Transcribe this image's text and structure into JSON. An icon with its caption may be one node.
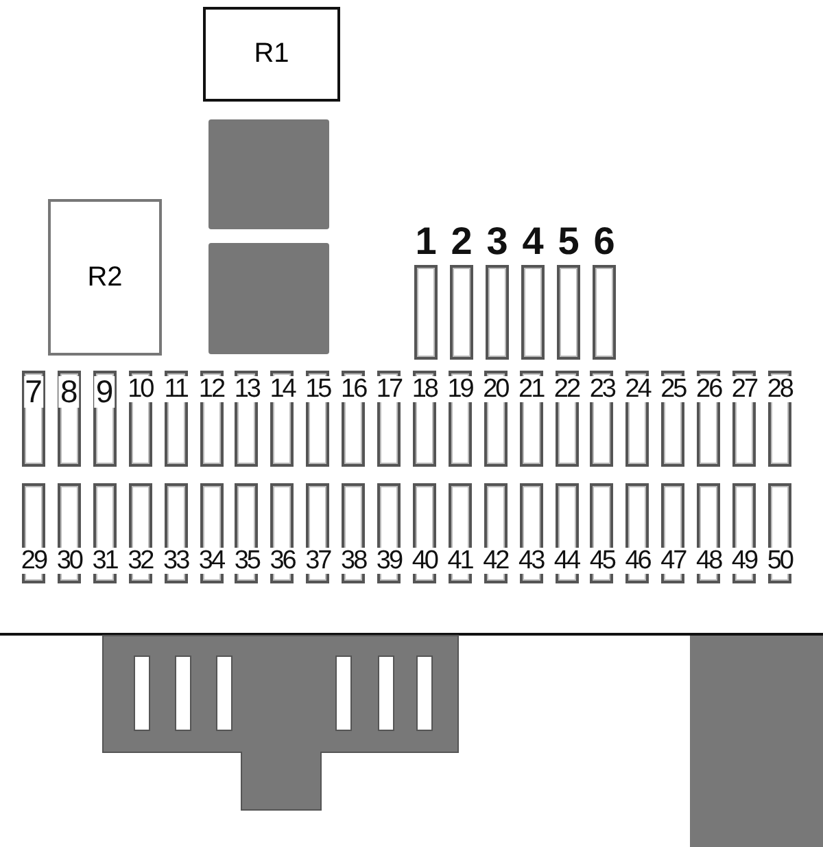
{
  "diagram": {
    "nodes": [
      {
        "text": [
          "R1"
        ]
      },
      {
        "text": [],
        "shape": "box"
      },
      {
        "text": [],
        "shape": "box"
      },
      {
        "text": [
          "R2"
        ]
      },
      {
        "text": [
          "1"
        ]
      },
      {
        "text": [
          "2"
        ]
      },
      {
        "text": [
          "3"
        ]
      },
      {
        "text": [
          "4"
        ]
      },
      {
        "text": [
          "5"
        ]
      },
      {
        "text": [
          "6"
        ]
      },
      {
        "text": [
          "7"
        ]
      },
      {
        "text": [
          "8"
        ]
      },
      {
        "text": [
          "9"
        ]
      },
      {
        "text": [
          "10"
        ]
      },
      {
        "text": [
          "11"
        ]
      },
      {
        "text": [
          "12"
        ]
      },
      {
        "text": [
          "13"
        ]
      },
      {
        "text": [
          "14"
        ]
      },
      {
        "text": [
          "15"
        ]
      },
      {
        "text": [
          "16"
        ]
      },
      {
        "text": [
          "17"
        ]
      },
      {
        "text": [
          "18"
        ]
      },
      {
        "text": [
          "19"
        ]
      },
      {
        "text": [
          "20"
        ]
      },
      {
        "text": [
          "21"
        ]
      },
      {
        "text": [
          "22"
        ]
      },
      {
        "text": [
          "23"
        ]
      },
      {
        "text": [
          "24"
        ]
      },
      {
        "text": [
          "25"
        ]
      },
      {
        "text": [
          "26"
        ]
      },
      {
        "text": [
          "27"
        ]
      },
      {
        "text": [
          "28"
        ]
      },
      {
        "text": [
          "29"
        ]
      },
      {
        "text": [
          "30"
        ]
      },
      {
        "text": [
          "31"
        ]
      },
      {
        "text": [
          "32"
        ]
      },
      {
        "text": [
          "33"
        ]
      },
      {
        "text": [
          "34"
        ]
      },
      {
        "text": [
          "35"
        ]
      },
      {
        "text": [
          "36"
        ]
      },
      {
        "text": [
          "37"
        ]
      },
      {
        "text": [
          "38"
        ]
      },
      {
        "text": [
          "39"
        ]
      },
      {
        "text": [
          "40"
        ]
      },
      {
        "text": [
          "41"
        ]
      },
      {
        "text": [
          "42"
        ]
      },
      {
        "text": [
          "43"
        ]
      },
      {
        "text": [
          "44"
        ]
      },
      {
        "text": [
          "45"
        ]
      },
      {
        "text": [
          "46"
        ]
      },
      {
        "text": [
          "47"
        ]
      },
      {
        "text": [
          "48"
        ]
      },
      {
        "text": [
          "49"
        ]
      },
      {
        "text": [
          "50"
        ]
      }
    ],
    "edges": []
  }
}
